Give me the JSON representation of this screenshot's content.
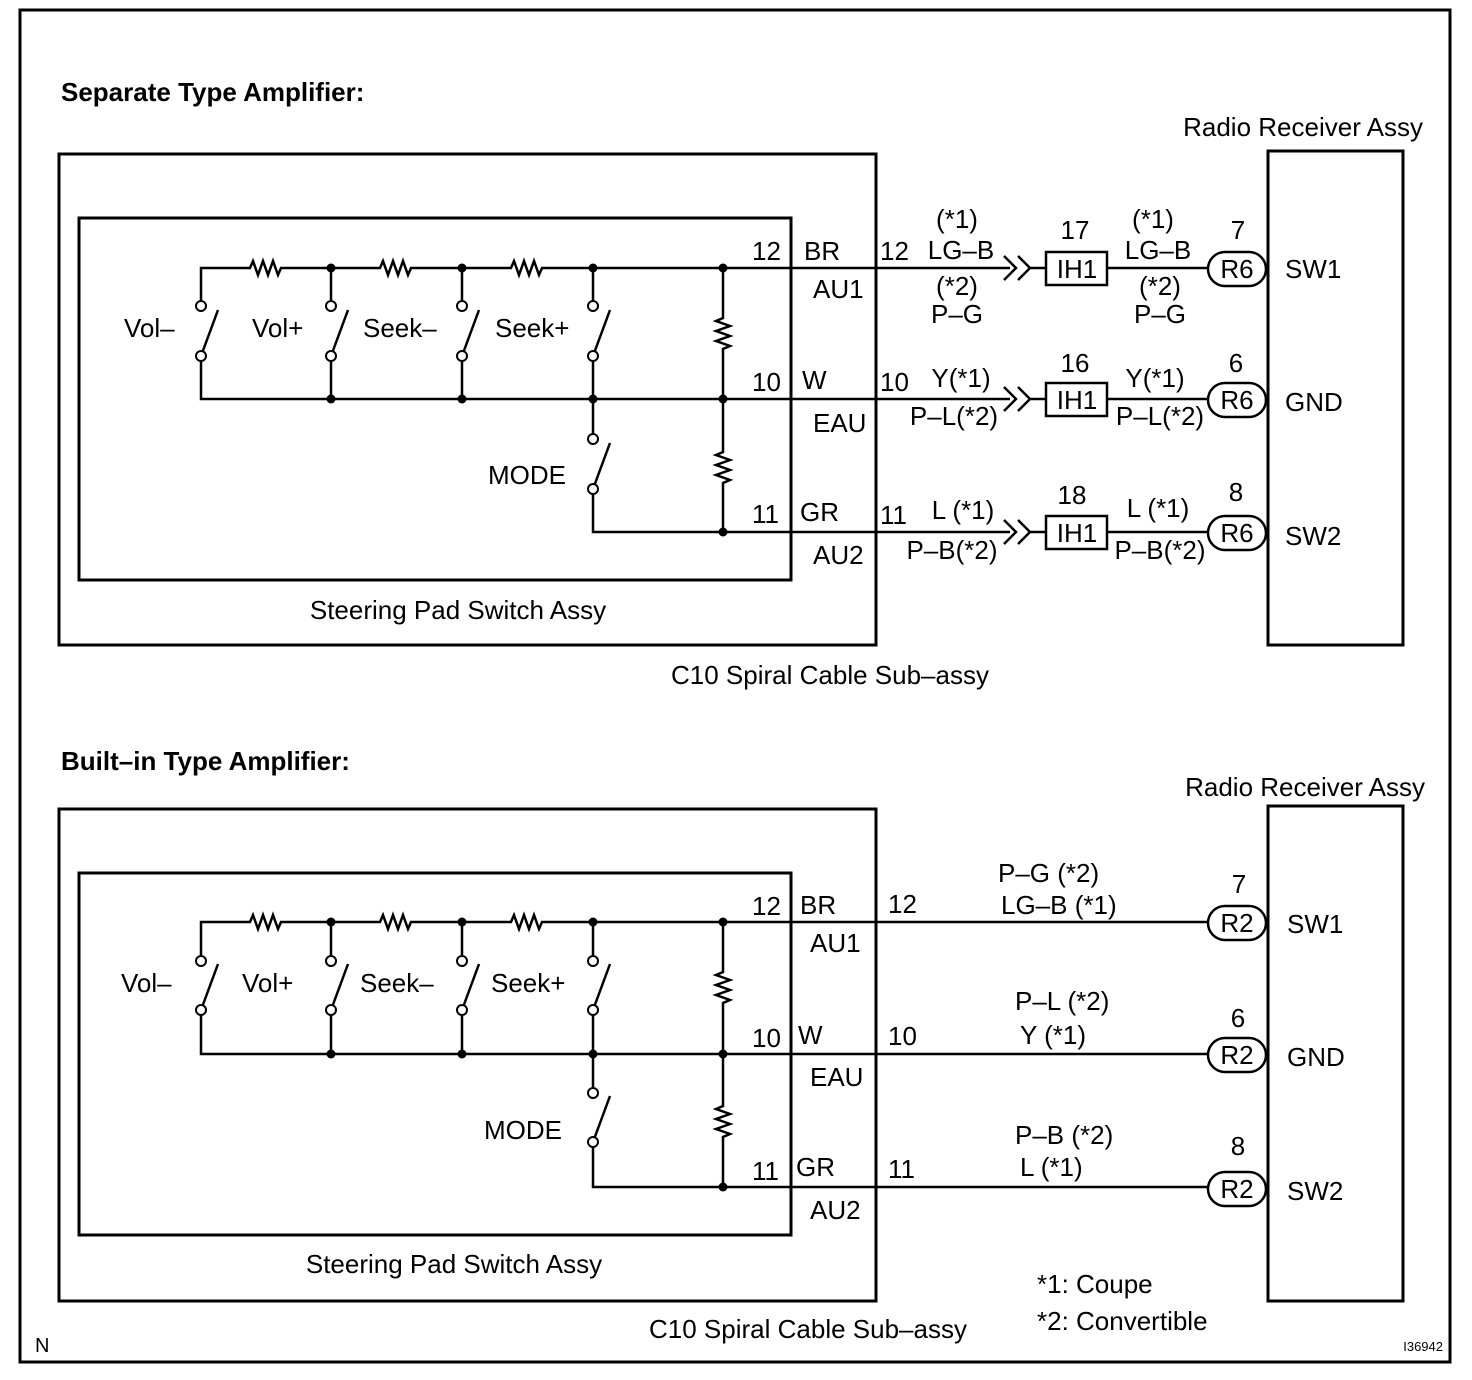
{
  "sections": [
    {
      "title": "Separate Type Amplifier:",
      "receiver_label": "Radio Receiver Assy",
      "switch_assy_label": "Steering Pad Switch Assy",
      "spiral_cable_label": "C10 Spiral Cable Sub–assy",
      "switches": [
        "Vol–",
        "Vol+",
        "Seek–",
        "Seek+",
        "MODE"
      ],
      "lines": [
        {
          "pin": "12",
          "color": "BR",
          "terminal": "AU1",
          "cable_pin": "12",
          "wire_left_top": "(*1)",
          "wire_left_main": "LG–B",
          "wire_left_alt_top": "(*2)",
          "wire_left_alt": "P–G",
          "junction_pin": "17",
          "junction": "IH1",
          "wire_right_top": "(*1)",
          "wire_right_main": "LG–B",
          "wire_right_alt_top": "(*2)",
          "wire_right_alt": "P–G",
          "receiver_pin": "7",
          "connector": "R6",
          "signal": "SW1"
        },
        {
          "pin": "10",
          "color": "W",
          "terminal": "EAU",
          "cable_pin": "10",
          "wire_left_main": "Y(*1)",
          "wire_left_alt": "P–L(*2)",
          "junction_pin": "16",
          "junction": "IH1",
          "wire_right_main": "Y(*1)",
          "wire_right_alt": "P–L(*2)",
          "receiver_pin": "6",
          "connector": "R6",
          "signal": "GND"
        },
        {
          "pin": "11",
          "color": "GR",
          "terminal": "AU2",
          "cable_pin": "11",
          "wire_left_main": "L (*1)",
          "wire_left_alt": "P–B(*2)",
          "junction_pin": "18",
          "junction": "IH1",
          "wire_right_main": "L (*1)",
          "wire_right_alt": "P–B(*2)",
          "receiver_pin": "8",
          "connector": "R6",
          "signal": "SW2"
        }
      ]
    },
    {
      "title": "Built–in Type Amplifier:",
      "receiver_label": "Radio Receiver Assy",
      "switch_assy_label": "Steering Pad Switch Assy",
      "spiral_cable_label": "C10 Spiral Cable Sub–assy",
      "switches": [
        "Vol–",
        "Vol+",
        "Seek–",
        "Seek+",
        "MODE"
      ],
      "lines": [
        {
          "pin": "12",
          "color": "BR",
          "terminal": "AU1",
          "cable_pin": "12",
          "wire_top": "P–G  (*2)",
          "wire_bottom": "LG–B (*1)",
          "receiver_pin": "7",
          "connector": "R2",
          "signal": "SW1"
        },
        {
          "pin": "10",
          "color": "W",
          "terminal": "EAU",
          "cable_pin": "10",
          "wire_top": "P–L (*2)",
          "wire_bottom": "Y   (*1)",
          "receiver_pin": "6",
          "connector": "R2",
          "signal": "GND"
        },
        {
          "pin": "11",
          "color": "GR",
          "terminal": "AU2",
          "cable_pin": "11",
          "wire_top": "P–B (*2)",
          "wire_bottom": "L   (*1)",
          "receiver_pin": "8",
          "connector": "R2",
          "signal": "SW2"
        }
      ]
    }
  ],
  "notes": [
    "*1: Coupe",
    "*2: Convertible"
  ],
  "corner_mark": "N",
  "figure_id": "I36942"
}
